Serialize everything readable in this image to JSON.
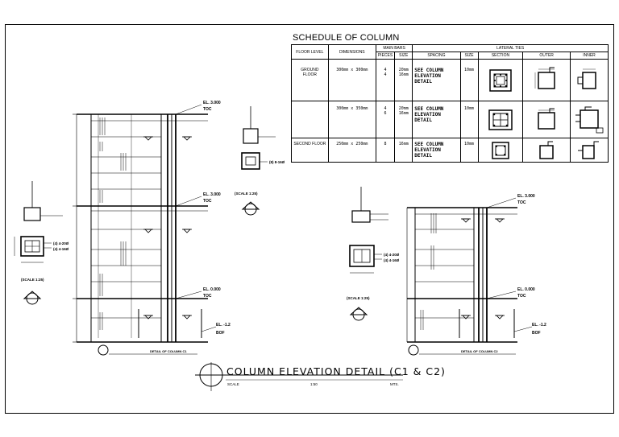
{
  "schedule": {
    "title": "SCHEDULE OF COLUMN",
    "headers": {
      "floor_level": "FLOOR LEVEL",
      "dimensions": "DIMENSIONS",
      "main_bars": "MAIN BARS",
      "pieces": "PIECES",
      "size": "SIZE",
      "lateral_ties": "LATERAL TIES",
      "spacing": "SPACING",
      "tie_size": "SIZE",
      "section": "SECTION",
      "outer": "OUTER",
      "inner": "INNER"
    },
    "rows": [
      {
        "floor": "GROUND FLOOR",
        "dims": "300mm x 300mm",
        "pieces": "4\n4",
        "size": "20mm\n16mm",
        "spacing": "SEE COLUMN\nELEVATION DETAIL",
        "tie_size": "10mm"
      },
      {
        "floor": "",
        "dims": "300mm x 350mm",
        "pieces": "4\n6",
        "size": "20mm\n16mm",
        "spacing": "SEE COLUMN\nELEVATION DETAIL",
        "tie_size": "10mm"
      },
      {
        "floor": "SECOND FLOOR",
        "dims": "250mm x 250mm",
        "pieces": "8",
        "size": "16mm",
        "spacing": "SEE COLUMN\nELEVATION DETAIL",
        "tie_size": "10mm"
      }
    ]
  },
  "elevation_labels": {
    "el_top": "EL. 3.000",
    "toc": "TOC",
    "el_mid": "EL. 3.000",
    "el_zero": "EL. 0.000",
    "el_bottom": "EL. -1.2",
    "bof": "BOF",
    "scale": "(SCALE 1:25)",
    "bars_a": "(4) 4-20Ø",
    "bars_b": "(4) 4-16Ø",
    "bars_c": "(8) 8-16Ø",
    "detail_c1": "DETAIL OF COLUMN C1",
    "detail_c2": "DETAIL OF COLUMN C2"
  },
  "main_title": {
    "text": "COLUMN ELEVATION DETAIL (C1 & C2)",
    "scale_label": "SCALE",
    "scale_value": "1:50",
    "units": "MTS."
  }
}
